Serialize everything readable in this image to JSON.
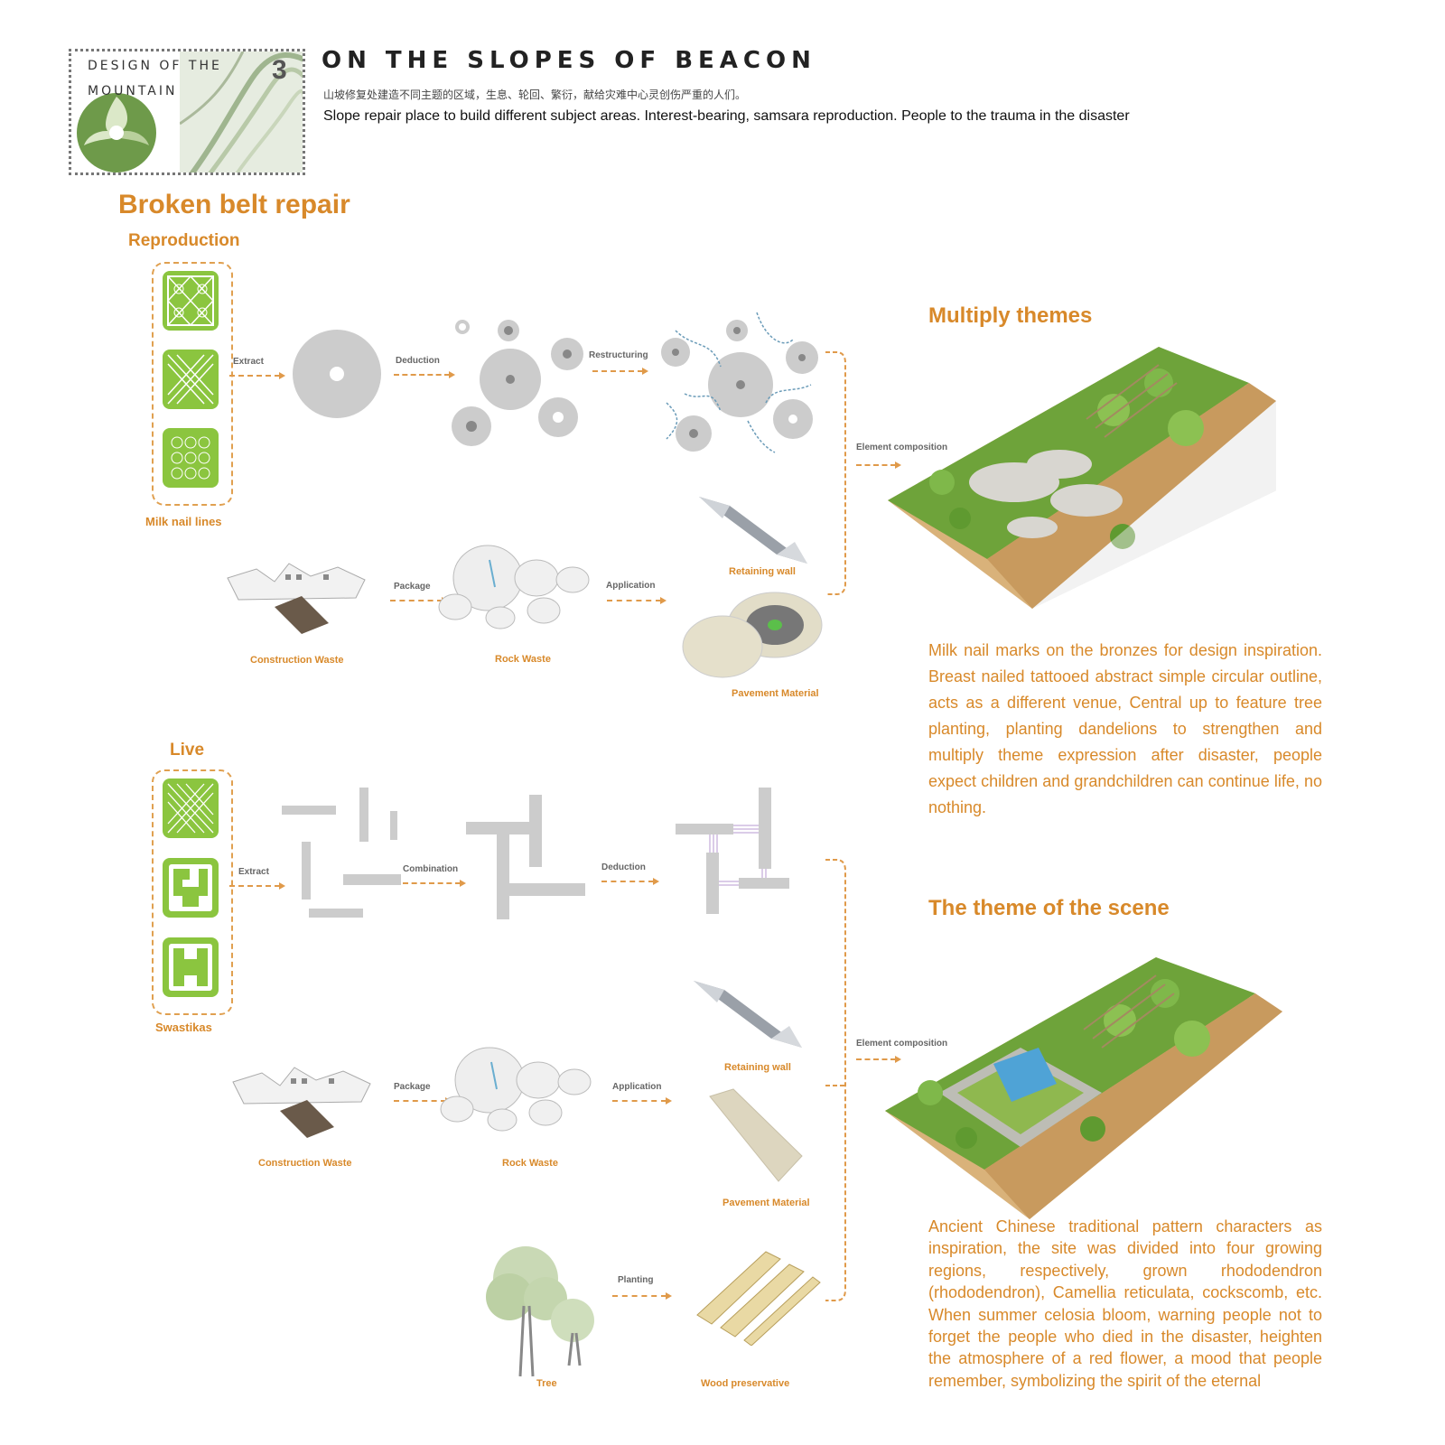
{
  "header": {
    "badge_line1": "Design of the",
    "badge_line2": "mountain",
    "badge_number": "3",
    "title": "On the slopes of beacon",
    "subtitle_cn": "山坡修复处建造不同主题的区域，生息、轮回、繁衍，献给灾难中心灵创伤严重的人们。",
    "subtitle_en": "Slope repair place to build different subject areas.  Interest-bearing, samsara reproduction. People to the trauma in the disaster"
  },
  "section": {
    "title": "Broken belt repair"
  },
  "reproduction": {
    "title": "Reproduction",
    "pattern_caption": "Milk nail lines",
    "steps": {
      "extract": "Extract",
      "deduction": "Deduction",
      "restructuring": "Restructuring"
    },
    "materials": {
      "package": "Package",
      "application": "Application",
      "construction_waste": "Construction Waste",
      "rock_waste": "Rock Waste",
      "retaining_wall": "Retaining wall",
      "pavement_material": "Pavement Material"
    },
    "element_composition": "Element composition",
    "theme_title": "Multiply themes",
    "description": "Milk nail marks on the bronzes for design inspiration. Breast nailed tattooed abstract simple circular outline, acts as a different venue, Central up to feature tree planting, planting dandelions to strengthen and multiply theme expression after disaster, people expect children and grandchildren can continue life, no nothing."
  },
  "live": {
    "title": "Live",
    "pattern_caption": "Swastikas",
    "steps": {
      "extract": "Extract",
      "combination": "Combination",
      "deduction": "Deduction"
    },
    "materials": {
      "package": "Package",
      "application": "Application",
      "construction_waste": "Construction Waste",
      "rock_waste": "Rock Waste",
      "retaining_wall": "Retaining wall",
      "pavement_material": "Pavement Material",
      "planting": "Planting",
      "tree": "Tree",
      "wood_preservative": "Wood preservative"
    },
    "element_composition": "Element composition",
    "theme_title": "The theme of the scene",
    "description": "Ancient Chinese traditional pattern characters as inspiration, the site was divided into four growing regions, respectively, grown rhododendron (rhododendron), Camellia reticulata, cockscomb, etc. When summer celosia bloom, warning people not to forget the people who died in the disaster, heighten the atmosphere of a red flower, a mood that people remember, symbolizing the spirit of the eternal"
  },
  "colors": {
    "accent": "#d8892a",
    "pattern_green": "#8bc53f",
    "shape_gray": "#cccccc",
    "vegetation": "#6ea33a",
    "soil": "#d9b27a"
  }
}
